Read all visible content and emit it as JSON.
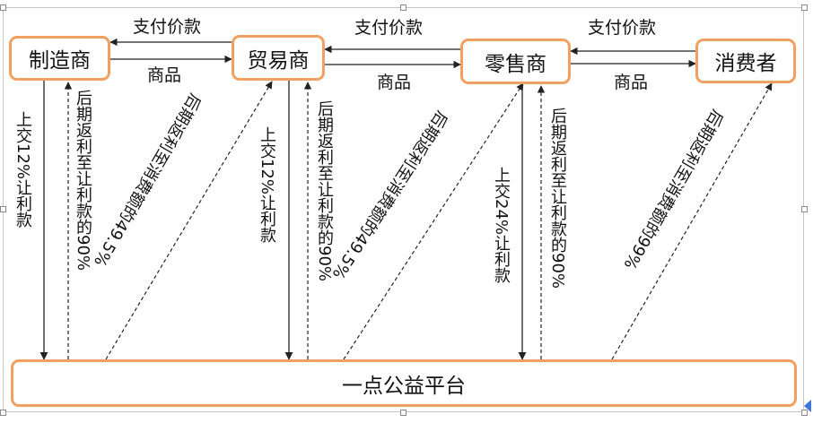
{
  "nodes": {
    "manufacturer": "制造商",
    "trader": "贸易商",
    "retailer": "零售商",
    "consumer": "消费者",
    "platform": "一点公益平台"
  },
  "flows": {
    "pay_1": "支付价款",
    "goods_1": "商品",
    "pay_2": "支付价款",
    "goods_2": "商品",
    "pay_3": "支付价款",
    "goods_3": "商品"
  },
  "platform_flows": {
    "m_submit": "上交12%让利款",
    "m_rebate": "后期返利至让利款的90%",
    "m_consumer_rebate": "后期返利至消费额的49.5%",
    "t_submit": "上交12%让利款",
    "t_rebate": "后期返利至让利款的90%",
    "t_consumer_rebate": "后期返利至消费额的49.5%",
    "r_submit": "上交24%让利款",
    "r_rebate": "后期返利至让利款的90%",
    "c_rebate": "后期返利至消费额的99%"
  },
  "colors": {
    "box_border": "#f0a060",
    "line": "#222222"
  }
}
